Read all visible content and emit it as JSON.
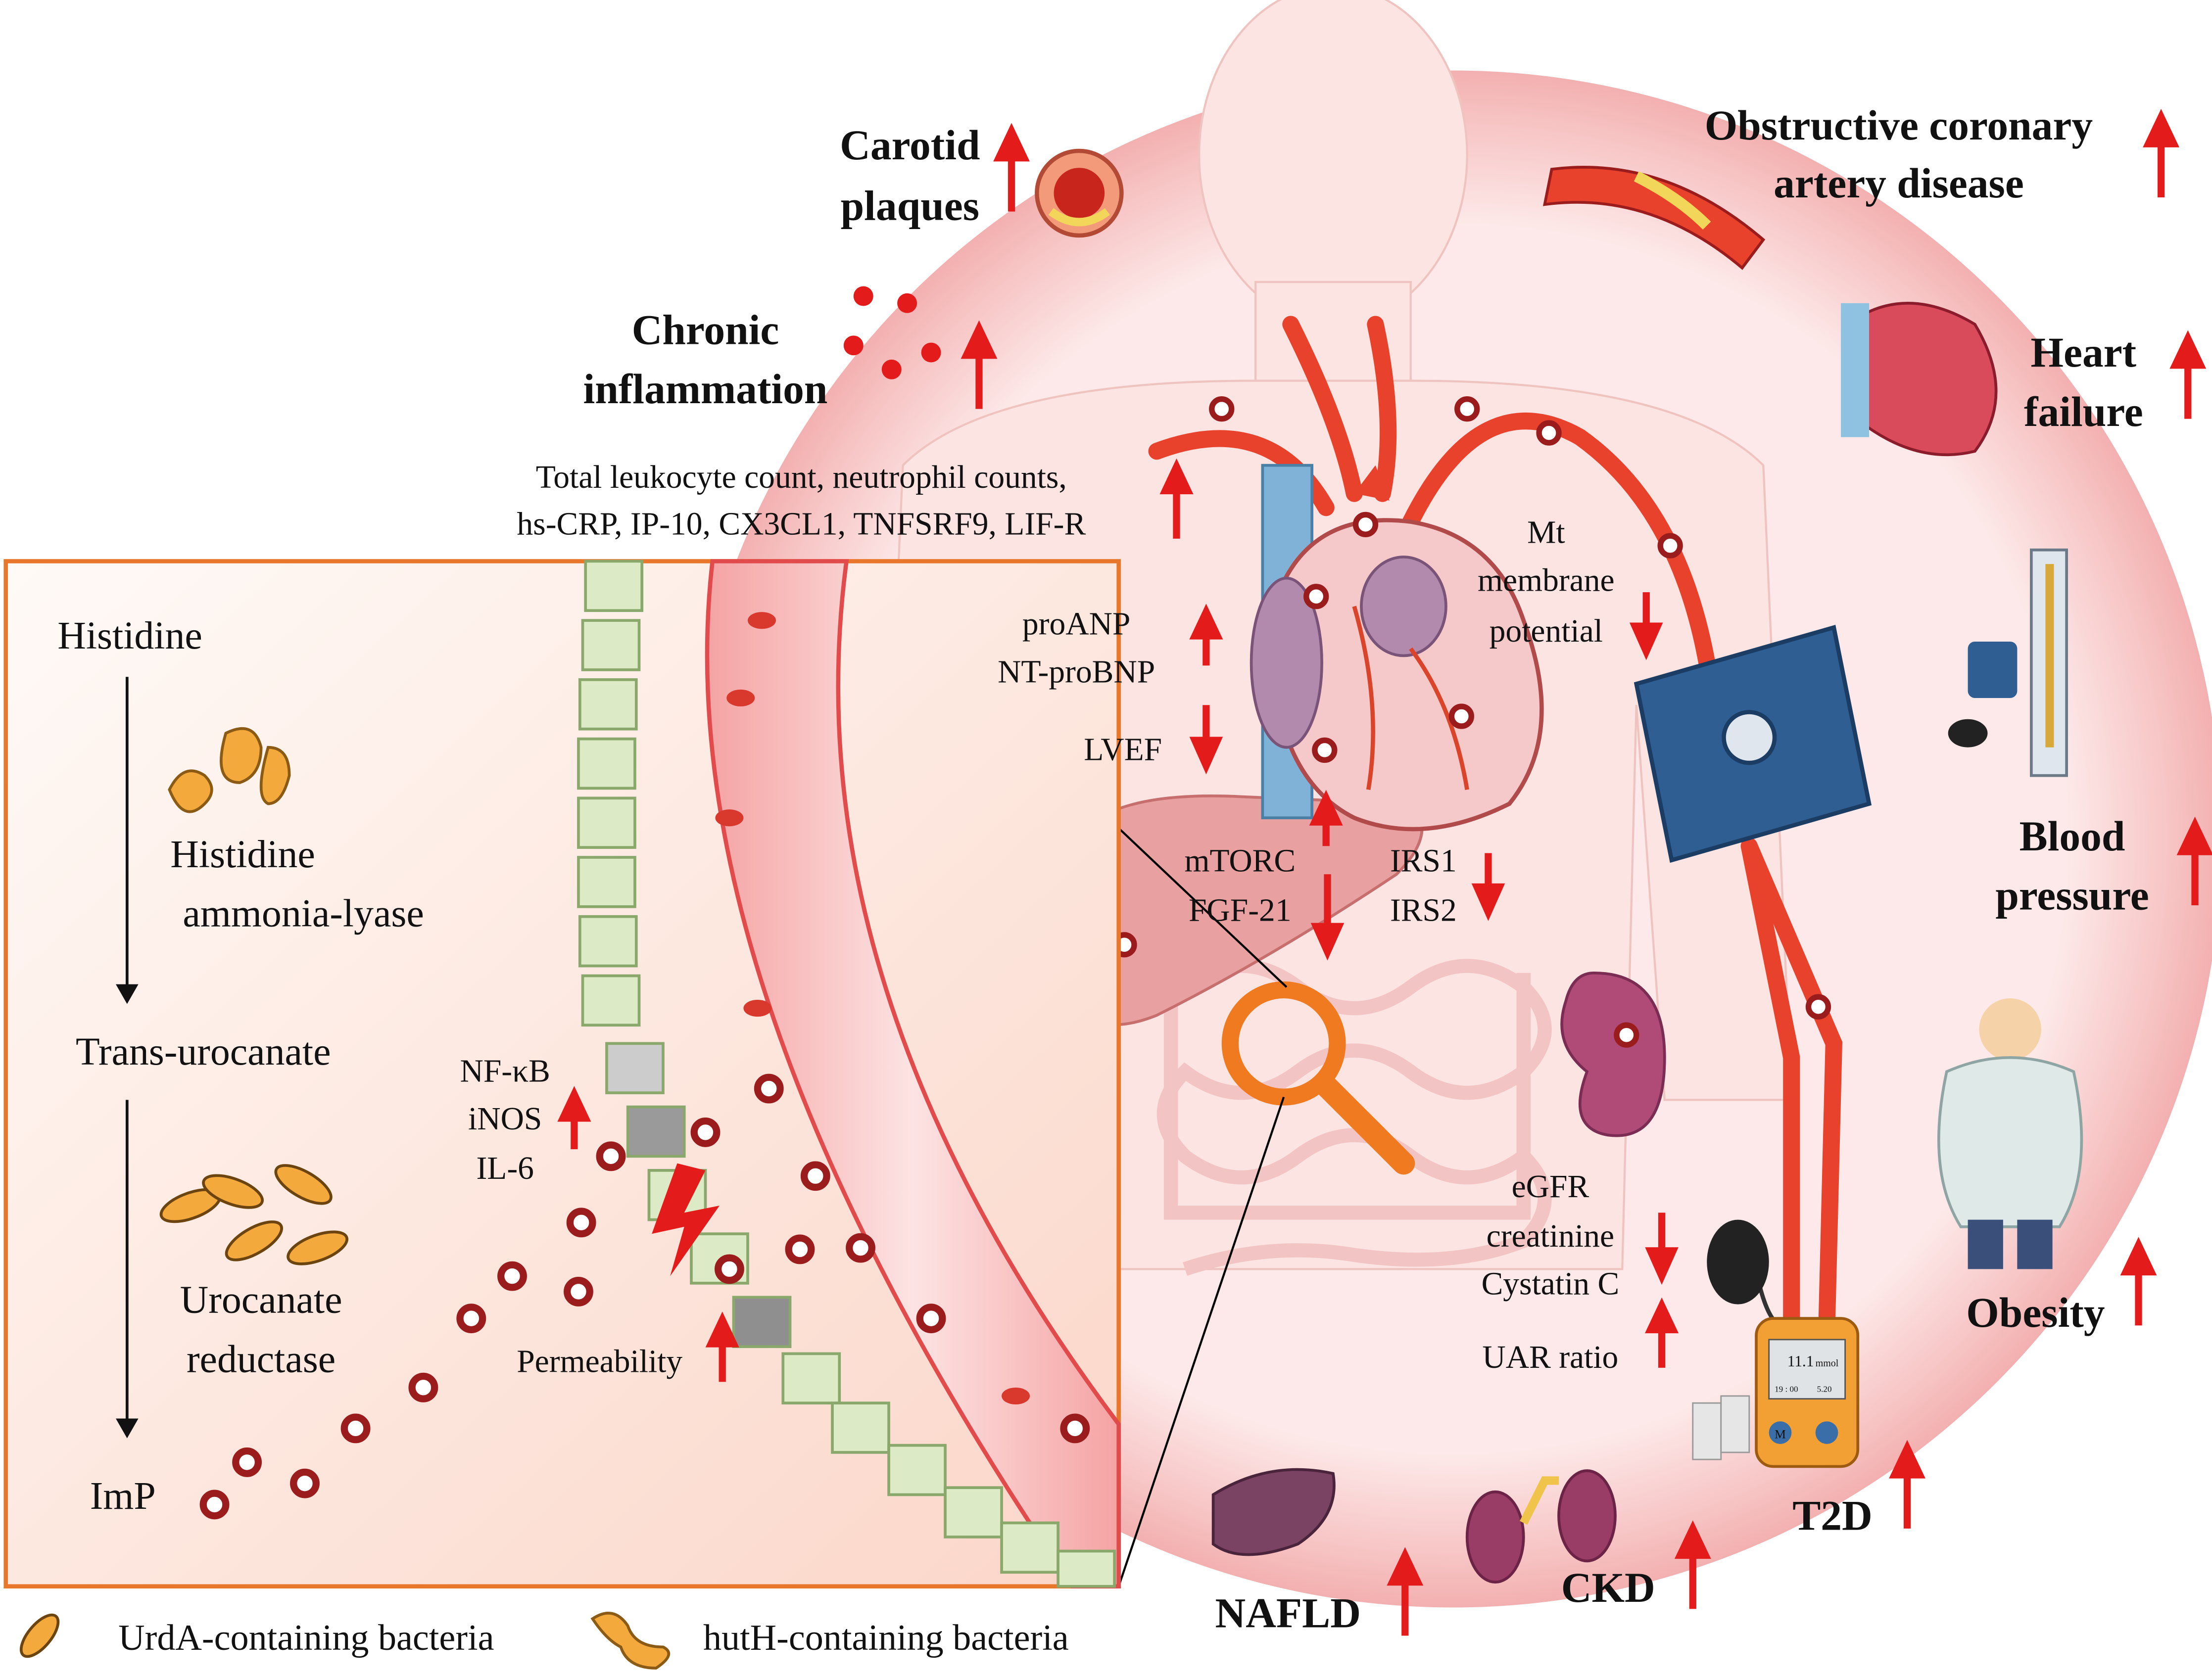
{
  "outcomes": {
    "carotid": [
      "Carotid",
      "plaques"
    ],
    "coronary": [
      "Obstructive coronary",
      "artery disease"
    ],
    "heart_failure": [
      "Heart",
      "failure"
    ],
    "blood_pressure": [
      "Blood",
      "pressure"
    ],
    "obesity": "Obesity",
    "t2d": "T2D",
    "ckd": "CKD",
    "nafld": "NAFLD",
    "inflammation": [
      "Chronic",
      "inflammation"
    ]
  },
  "markers": {
    "inflammation": [
      "Total leukocyte count, neutrophil counts,",
      "hs-CRP, IP-10, CX3CL1, TNFSRF9, LIF-R"
    ],
    "cardiac_up": [
      "proANP",
      "NT-proBNP"
    ],
    "cardiac_down": "LVEF",
    "mito": [
      "Mt",
      "membrane",
      "potential"
    ],
    "liver_up": [
      "mTORC",
      "FGF-21"
    ],
    "liver_down": [
      "IRS1",
      "IRS2"
    ],
    "kidney_down": [
      "eGFR",
      "creatinine",
      "Cystatin C"
    ],
    "kidney_up": "UAR ratio",
    "gut": [
      "NF-κB",
      "iNOS",
      "IL-6"
    ],
    "permeability": "Permeability"
  },
  "pathway": {
    "steps": [
      "Histidine",
      "Trans-urocanate",
      "ImP"
    ],
    "enzymes": [
      [
        "Histidine",
        "ammonia-lyase"
      ],
      [
        "Urocanate",
        "reductase"
      ]
    ]
  },
  "legend": [
    "UrdA-containing bacteria",
    "hutH-containing bacteria"
  ],
  "glucose_meter": {
    "reading": "11.1",
    "unit": "mmol",
    "time": "19 : 00",
    "date": "5.20",
    "button_m": "M"
  },
  "colors": {
    "up_arrow": "#e31b1b",
    "down_arrow": "#e31b1b",
    "panel_border": "#e8762b",
    "ring": "#f7cfcf",
    "magnifier": "#f07a1f"
  }
}
